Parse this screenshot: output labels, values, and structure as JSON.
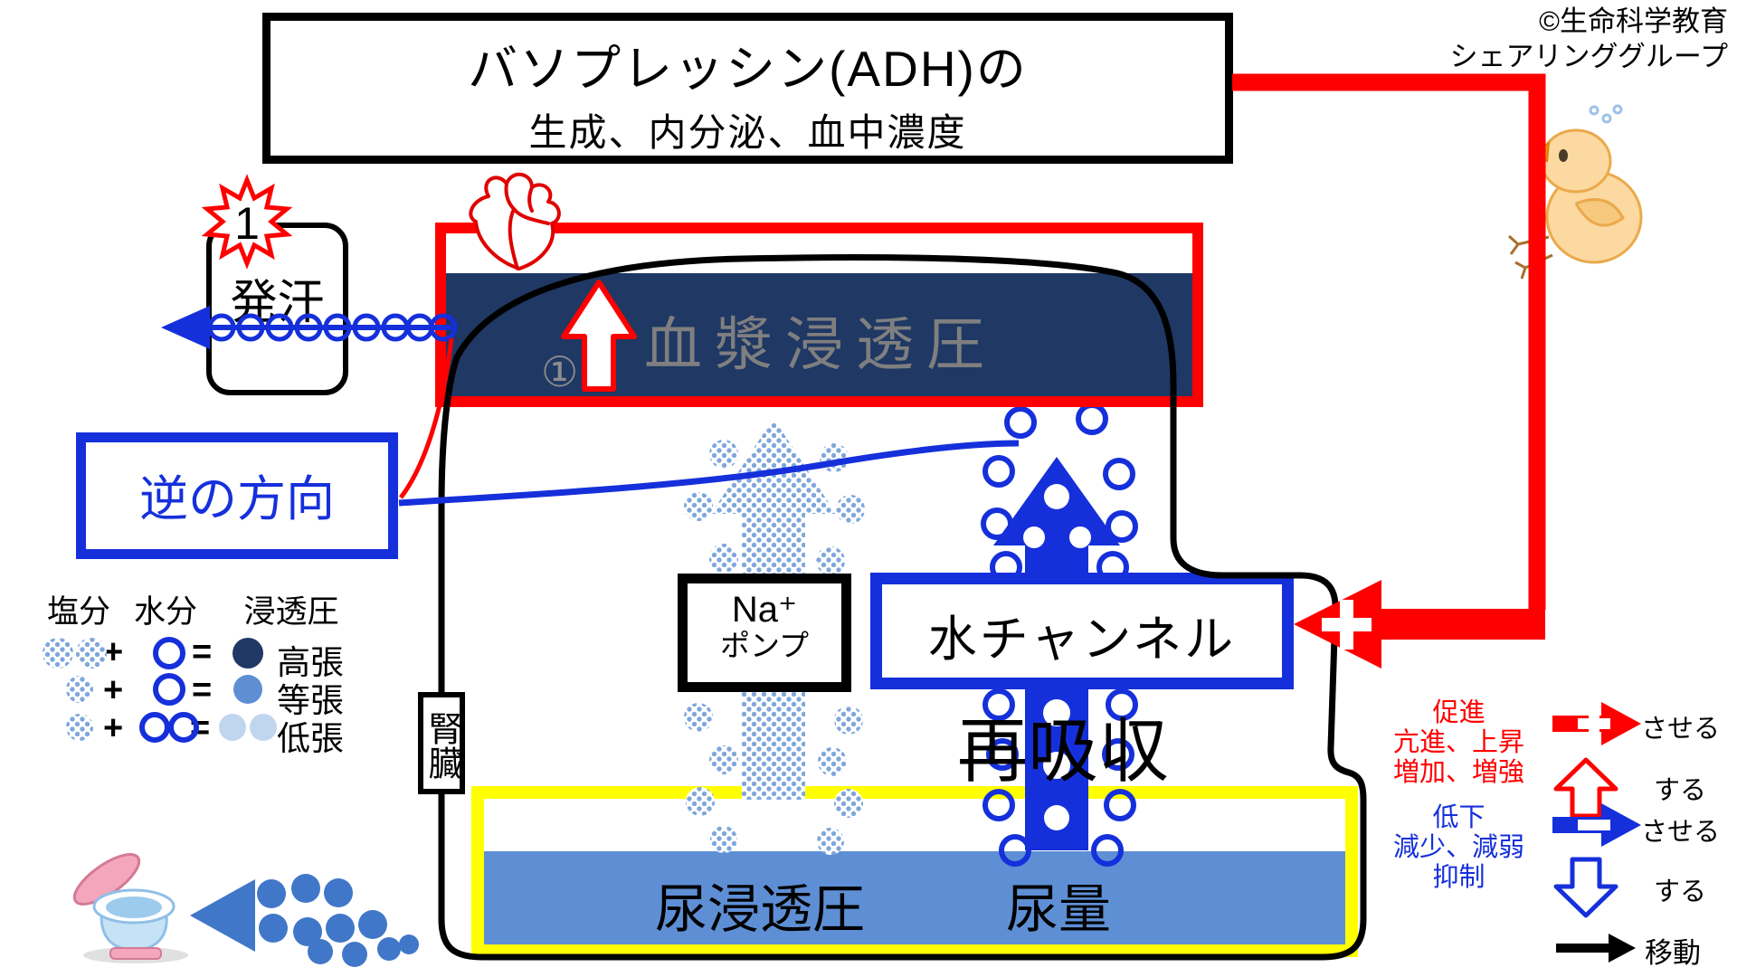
{
  "title": {
    "line1": "バソプレッシン(ADH)の",
    "line2": "生成、内分泌、血中濃度"
  },
  "copyright": {
    "line1": "©生命科学教育",
    "line2": "シェアリンググループ"
  },
  "stimulus": {
    "burst_number": "1",
    "sweating": "発汗"
  },
  "blood": {
    "plasma_osmolality": "血漿浸透圧",
    "circled_one": "①"
  },
  "reverse_box": {
    "label": "逆の方向"
  },
  "kidney": {
    "organ_label": "腎臓",
    "na_pump_line1": "Na⁺",
    "na_pump_line2": "ポンプ",
    "water_channel": "水チャンネル",
    "reabsorption": "再吸収"
  },
  "urine": {
    "osmolality": "尿浸透圧",
    "volume": "尿量"
  },
  "tonicity_legend": {
    "headers": {
      "salt": "塩分",
      "water": "水分",
      "osmolality": "浸透圧"
    },
    "rows": [
      {
        "plus": "+",
        "equals": "=",
        "label": "高張"
      },
      {
        "plus": "+",
        "equals": "=",
        "label": "等張"
      },
      {
        "plus": "+",
        "equals": "=",
        "label": "低張"
      }
    ]
  },
  "action_legend": {
    "promote": {
      "line1": "促進",
      "line2": "亢進、上昇",
      "line3": "増加、増強",
      "cause_label": "させる",
      "do_label": "する"
    },
    "suppress": {
      "line1": "低下",
      "line2": "減少、減弱",
      "line3": "抑制",
      "cause_label": "させる",
      "do_label": "する"
    },
    "move_label": "移動"
  },
  "colors": {
    "red": "#FF0000",
    "blue": "#1530DB",
    "navy": "#1F3864",
    "medium_blue": "#5E8FD5",
    "light_blue": "#BFD6EE",
    "pattern_blue": "#7FA7DB",
    "yellow": "#FFFF00",
    "gray_text": "#7F7F7F"
  }
}
